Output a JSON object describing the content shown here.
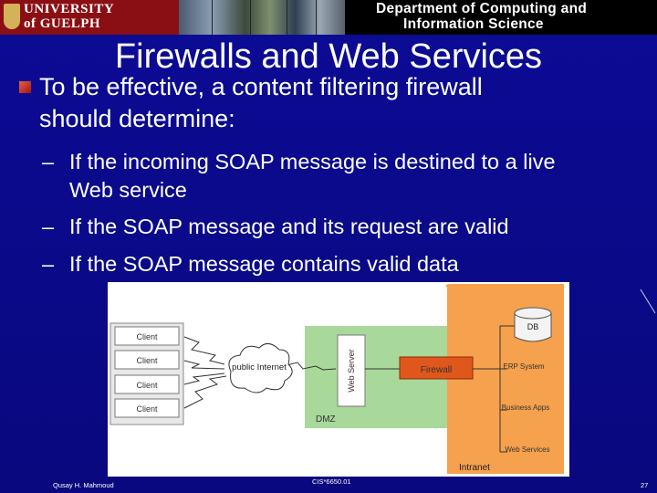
{
  "header": {
    "logo_line1": "UNIVERSITY",
    "logo_line2": "of GUELPH",
    "dept_line1": "Department of Computing and",
    "dept_line2": "Information Science"
  },
  "title": "Firewalls and Web Services",
  "main_bullet_line1": "To be effective, a content filtering firewall",
  "main_bullet_line2": "should determine:",
  "sub_bullets": [
    {
      "dash": "–",
      "line1": "If the incoming SOAP message is destined to a live",
      "line2": "Web service"
    },
    {
      "dash": "–",
      "line1": "If the SOAP message and its request are valid"
    },
    {
      "dash": "–",
      "line1": "If the SOAP message contains valid data"
    }
  ],
  "diagram": {
    "clients": [
      "Client",
      "Client",
      "Client",
      "Client"
    ],
    "cloud": "public Internet",
    "web_server": "Web Server",
    "dmz": "DMZ",
    "firewall": "Firewall",
    "db": "DB",
    "erp": "ERP System",
    "business_apps": "Business Apps",
    "web_services": "Web Services",
    "intranet": "Intranet"
  },
  "footer": {
    "author": "Qusay H. Mahmoud",
    "course": "CIS*6650.01",
    "page": "27"
  },
  "colors": {
    "background": "#0b0a8a",
    "dmz": "#a8d89a",
    "intranet": "#f6a14d",
    "firewall": "#e0571c",
    "bullet": "#c0281a"
  }
}
